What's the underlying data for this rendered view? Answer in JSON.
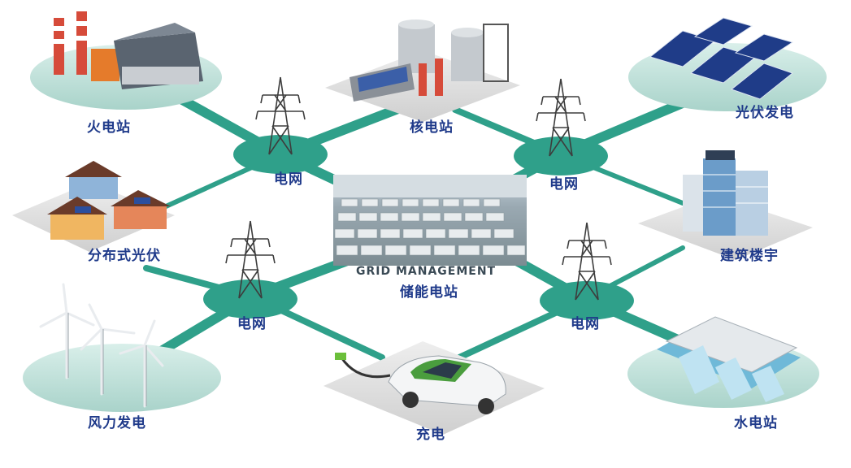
{
  "nodes": {
    "thermal": "火电站",
    "nuclear": "核电站",
    "solar": "光伏发电",
    "distributed_pv": "分布式光伏",
    "building": "建筑楼宇",
    "wind": "风力发电",
    "ev_charging": "充电",
    "hydro": "水电站"
  },
  "grid_hubs": {
    "top_left": "电网",
    "top_right": "电网",
    "bottom_left": "电网",
    "bottom_right": "电网"
  },
  "center": {
    "caption": "GRID MANAGEMENT",
    "title": "储能电站"
  },
  "colors": {
    "link": "#2fa08a",
    "platform": "#c8e6e0",
    "label": "#1f3a8a"
  }
}
